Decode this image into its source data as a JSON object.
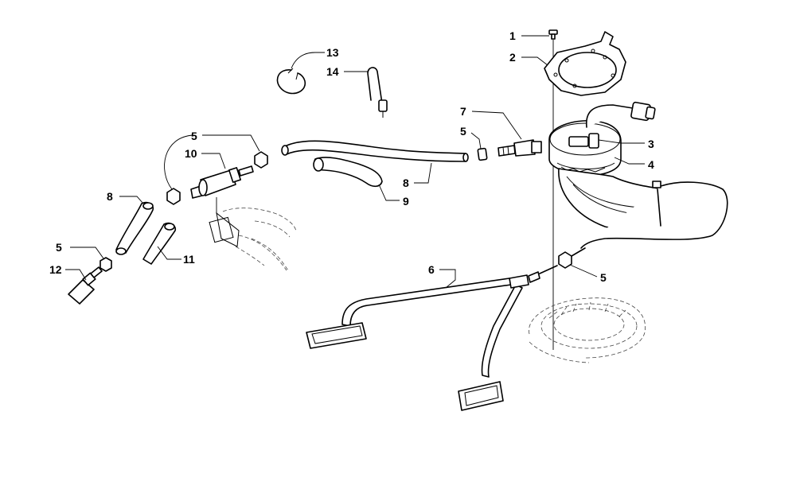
{
  "callouts": [
    {
      "id": "c1",
      "label": "1"
    },
    {
      "id": "c2",
      "label": "2"
    },
    {
      "id": "c3",
      "label": "3"
    },
    {
      "id": "c4",
      "label": "4"
    },
    {
      "id": "c5a",
      "label": "5"
    },
    {
      "id": "c5b",
      "label": "5"
    },
    {
      "id": "c5c",
      "label": "5"
    },
    {
      "id": "c5d",
      "label": "5"
    },
    {
      "id": "c6",
      "label": "6"
    },
    {
      "id": "c7",
      "label": "7"
    },
    {
      "id": "c8a",
      "label": "8"
    },
    {
      "id": "c8b",
      "label": "8"
    },
    {
      "id": "c9",
      "label": "9"
    },
    {
      "id": "c10",
      "label": "10"
    },
    {
      "id": "c11",
      "label": "11"
    },
    {
      "id": "c12",
      "label": "12"
    },
    {
      "id": "c13",
      "label": "13"
    },
    {
      "id": "c14",
      "label": "14"
    }
  ]
}
